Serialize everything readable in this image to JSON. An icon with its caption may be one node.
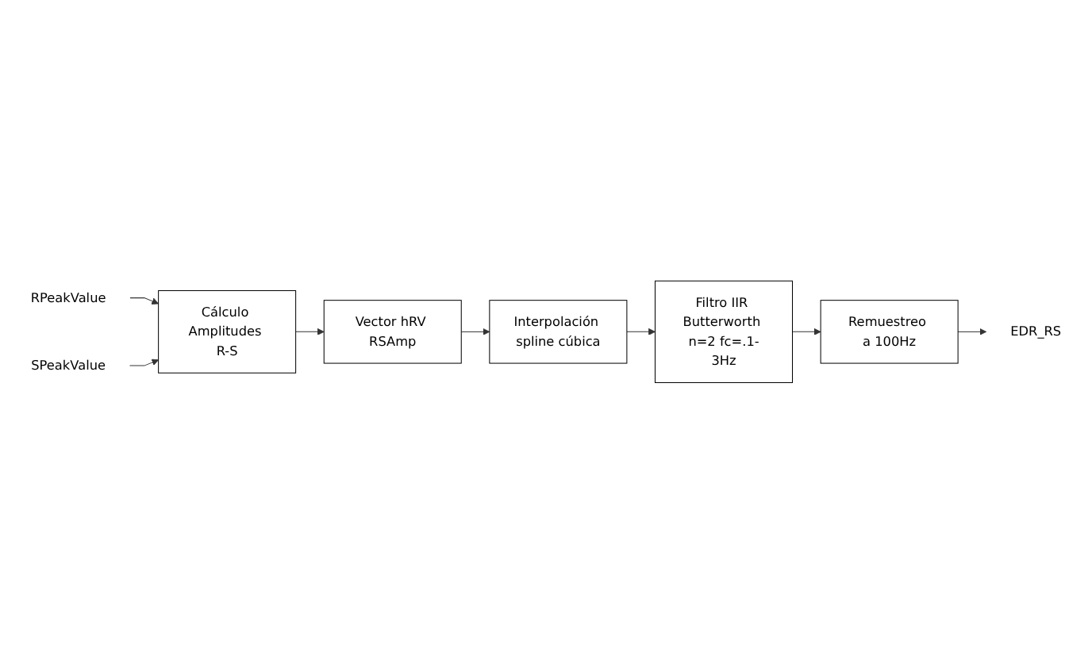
{
  "diagram": {
    "nodes": [
      {
        "text": [
          "RPeakValue"
        ]
      },
      {
        "text": [
          "SPeakValue"
        ]
      },
      {
        "text": [
          "Cálculo Amplitudes R-S"
        ]
      },
      {
        "text": [
          "Vector hRV RSAmp"
        ]
      },
      {
        "text": [
          "Interpolación spline cúbica"
        ]
      },
      {
        "text": [
          "Filtro IIR Butterworth n=2 fc=.1-3Hz"
        ]
      },
      {
        "text": [
          "Remuestreo a 100Hz"
        ]
      },
      {
        "text": [
          "EDR_RS"
        ]
      }
    ],
    "edges": [
      {
        "from": 0,
        "to": 2,
        "arrow": "to"
      },
      {
        "from": 1,
        "to": 2,
        "arrow": "to"
      },
      {
        "from": 2,
        "to": 3,
        "arrow": "to"
      },
      {
        "from": 3,
        "to": 4,
        "arrow": "to"
      },
      {
        "from": 4,
        "to": 5,
        "arrow": "to"
      },
      {
        "from": 5,
        "to": 6,
        "arrow": "to"
      },
      {
        "from": 6,
        "to": 7,
        "arrow": "to"
      }
    ]
  }
}
